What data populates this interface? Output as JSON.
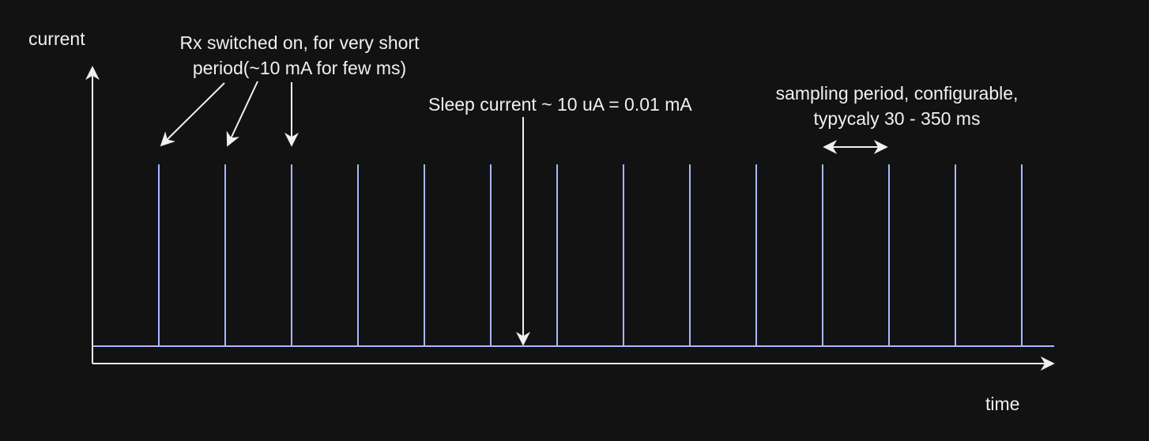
{
  "axes": {
    "y_label": "current",
    "x_label": "time"
  },
  "annotations": {
    "rx_line1": "Rx switched on, for very short",
    "rx_line2": "period(~10 mA for few ms)",
    "sleep": "Sleep current ~ 10 uA = 0.01 mA",
    "sampling_line1": "sampling period, configurable,",
    "sampling_line2": "typycaly 30 - 350 ms"
  },
  "pulses": {
    "count": 14
  },
  "colors": {
    "background": "#121212",
    "axis": "#f0f0f0",
    "pulse": "#a9b8ff",
    "text": "#f0f0f0"
  }
}
